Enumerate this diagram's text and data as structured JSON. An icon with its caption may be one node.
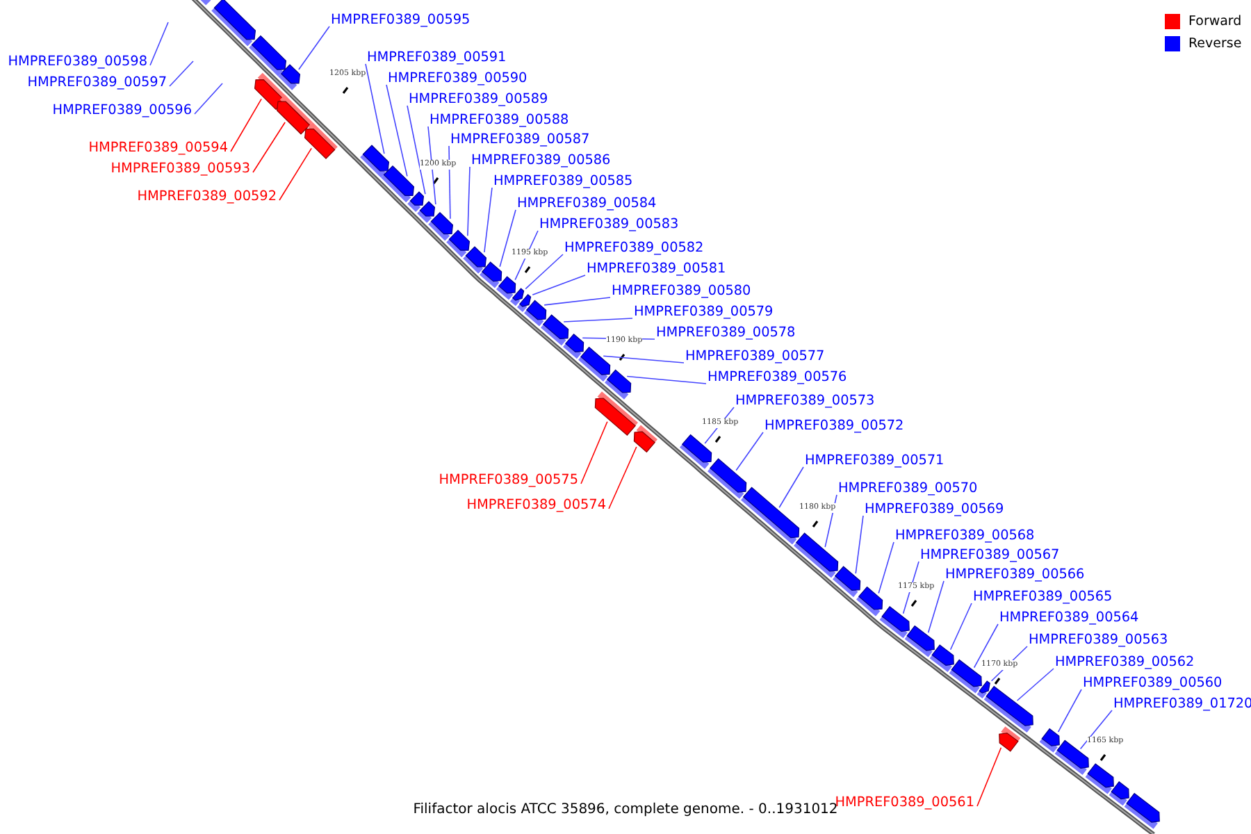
{
  "diagram": {
    "caption": "Filifactor alocis ATCC 35896, complete genome. - 0..1931012",
    "nodes": [
      {
        "text": [
          "HMPREF0389_00598"
        ]
      },
      {
        "text": [
          "HMPREF0389_00597"
        ]
      },
      {
        "text": [
          "HMPREF0389_00596"
        ]
      },
      {
        "text": [
          "HMPREF0389_00595"
        ]
      },
      {
        "text": [],
        "shape": "box"
      },
      {
        "text": [
          "HMPREF0389_00594"
        ]
      },
      {
        "text": [],
        "shape": "box"
      },
      {
        "text": [
          "HMPREF0389_00593"
        ]
      },
      {
        "text": [],
        "shape": "box"
      },
      {
        "text": [
          "HMPREF0389_00592"
        ]
      },
      {
        "text": [],
        "shape": "box"
      },
      {
        "text": [
          "HMPREF0389_00591"
        ]
      },
      {
        "text": [],
        "shape": "box"
      },
      {
        "text": [
          "HMPREF0389_00590"
        ]
      },
      {
        "text": [],
        "shape": "box"
      },
      {
        "text": [
          "HMPREF0389_00589"
        ]
      },
      {
        "text": [],
        "shape": "box"
      },
      {
        "text": [
          "HMPREF0389_00588"
        ]
      },
      {
        "text": [],
        "shape": "box"
      },
      {
        "text": [
          "HMPREF0389_00587"
        ]
      },
      {
        "text": [],
        "shape": "box"
      },
      {
        "text": [
          "HMPREF0389_00586"
        ]
      },
      {
        "text": [],
        "shape": "box"
      },
      {
        "text": [
          "HMPREF0389_00585"
        ]
      },
      {
        "text": [],
        "shape": "box"
      },
      {
        "text": [
          "HMPREF0389_00584"
        ]
      },
      {
        "text": [],
        "shape": "box"
      },
      {
        "text": [
          "HMPREF0389_00583"
        ]
      },
      {
        "text": [],
        "shape": "box"
      },
      {
        "text": [
          "HMPREF0389_00582"
        ]
      },
      {
        "text": [],
        "shape": "box"
      },
      {
        "text": [
          "HMPREF0389_00581"
        ]
      },
      {
        "text": [],
        "shape": "box"
      },
      {
        "text": [
          "HMPREF0389_00580"
        ]
      },
      {
        "text": [],
        "shape": "box"
      },
      {
        "text": [
          "HMPREF0389_00579"
        ]
      },
      {
        "text": [],
        "shape": "box"
      },
      {
        "text": [
          "HMPREF0389_00578"
        ]
      },
      {
        "text": [],
        "shape": "box"
      },
      {
        "text": [
          "HMPREF0389_00577"
        ]
      },
      {
        "text": [],
        "shape": "box"
      },
      {
        "text": [
          "HMPREF0389_00576"
        ]
      },
      {
        "text": [],
        "shape": "box"
      },
      {
        "text": [
          "HMPREF0389_00575"
        ]
      },
      {
        "text": [],
        "shape": "box"
      },
      {
        "text": [
          "HMPREF0389_00574"
        ]
      },
      {
        "text": [],
        "shape": "box"
      },
      {
        "text": [
          "HMPREF0389_00573"
        ]
      },
      {
        "text": [],
        "shape": "box"
      },
      {
        "text": [
          "HMPREF0389_00572"
        ]
      },
      {
        "text": [],
        "shape": "box"
      },
      {
        "text": [
          "HMPREF0389_00571"
        ]
      },
      {
        "text": [],
        "shape": "box"
      },
      {
        "text": [
          "HMPREF0389_00570"
        ]
      },
      {
        "text": [],
        "shape": "box"
      },
      {
        "text": [
          "HMPREF0389_00569"
        ]
      },
      {
        "text": [],
        "shape": "box"
      },
      {
        "text": [
          "HMPREF0389_00568"
        ]
      },
      {
        "text": [],
        "shape": "box"
      },
      {
        "text": [
          "HMPREF0389_00567"
        ]
      },
      {
        "text": [],
        "shape": "box"
      },
      {
        "text": [
          "HMPREF0389_00566"
        ]
      },
      {
        "text": [],
        "shape": "box"
      },
      {
        "text": [
          "HMPREF0389_00565"
        ]
      },
      {
        "text": [],
        "shape": "box"
      },
      {
        "text": [
          "HMPREF0389_00564"
        ]
      },
      {
        "text": [],
        "shape": "box"
      },
      {
        "text": [
          "HMPREF0389_00563"
        ]
      },
      {
        "text": [],
        "shape": "box"
      },
      {
        "text": [
          "HMPREF0389_00562"
        ]
      },
      {
        "text": [],
        "shape": "box"
      },
      {
        "text": [
          "HMPREF0389_00560"
        ]
      },
      {
        "text": [],
        "shape": "box"
      },
      {
        "text": [
          "HMPREF0389_01720"
        ]
      },
      {
        "text": [],
        "shape": "box"
      },
      {
        "text": [
          "HMPREF0389_00561"
        ]
      },
      {
        "text": [],
        "shape": "box"
      },
      {
        "text": [],
        "shape": "box"
      },
      {
        "text": [],
        "shape": "box"
      },
      {
        "text": [],
        "shape": "box"
      },
      {
        "text": [],
        "shape": "box"
      },
      {
        "text": [],
        "shape": "box"
      },
      {
        "text": [],
        "shape": "box"
      }
    ],
    "edges": [
      {
        "from": 0,
        "to": null,
        "arrow": "none"
      },
      {
        "from": 1,
        "to": null,
        "arrow": "none"
      },
      {
        "from": 2,
        "to": null,
        "arrow": "none"
      },
      {
        "from": 3,
        "to": 4,
        "arrow": "none"
      },
      {
        "from": 5,
        "to": 6,
        "arrow": "none",
        "color": "#ff0000"
      },
      {
        "from": 7,
        "to": 8,
        "arrow": "none",
        "color": "#ff0000"
      },
      {
        "from": 9,
        "to": 10,
        "arrow": "none",
        "color": "#ff0000"
      },
      {
        "from": 11,
        "to": 12,
        "arrow": "none"
      },
      {
        "from": 13,
        "to": 14,
        "arrow": "none"
      },
      {
        "from": 15,
        "to": 16,
        "arrow": "none"
      },
      {
        "from": 17,
        "to": 18,
        "arrow": "none"
      },
      {
        "from": 19,
        "to": 20,
        "arrow": "none"
      },
      {
        "from": 21,
        "to": 22,
        "arrow": "none"
      },
      {
        "from": 23,
        "to": 24,
        "arrow": "none"
      },
      {
        "from": 25,
        "to": 26,
        "arrow": "none"
      },
      {
        "from": 27,
        "to": 28,
        "arrow": "none"
      },
      {
        "from": 29,
        "to": 30,
        "arrow": "none"
      },
      {
        "from": 31,
        "to": 32,
        "arrow": "none"
      },
      {
        "from": 33,
        "to": 34,
        "arrow": "none"
      },
      {
        "from": 35,
        "to": 36,
        "arrow": "none"
      },
      {
        "from": 37,
        "to": 38,
        "arrow": "none"
      },
      {
        "from": 39,
        "to": 40,
        "arrow": "none"
      },
      {
        "from": 41,
        "to": 42,
        "arrow": "none"
      },
      {
        "from": 43,
        "to": 44,
        "arrow": "none",
        "color": "#ff0000"
      },
      {
        "from": 45,
        "to": 46,
        "arrow": "none",
        "color": "#ff0000"
      },
      {
        "from": 47,
        "to": 48,
        "arrow": "none"
      },
      {
        "from": 49,
        "to": 50,
        "arrow": "none"
      },
      {
        "from": 51,
        "to": 52,
        "arrow": "none"
      },
      {
        "from": 53,
        "to": 54,
        "arrow": "none"
      },
      {
        "from": 55,
        "to": 56,
        "arrow": "none"
      },
      {
        "from": 57,
        "to": 58,
        "arrow": "none"
      },
      {
        "from": 59,
        "to": 60,
        "arrow": "none"
      },
      {
        "from": 61,
        "to": 62,
        "arrow": "none"
      },
      {
        "from": 63,
        "to": 64,
        "arrow": "none"
      },
      {
        "from": 65,
        "to": 66,
        "arrow": "none"
      },
      {
        "from": 67,
        "to": 68,
        "arrow": "none"
      },
      {
        "from": 69,
        "to": 70,
        "arrow": "none"
      },
      {
        "from": 71,
        "to": 72,
        "arrow": "none"
      },
      {
        "from": 73,
        "to": 74,
        "arrow": "none"
      },
      {
        "from": 75,
        "to": 76,
        "arrow": "none",
        "color": "#ff0000"
      }
    ],
    "labels": [
      "1205 kbp",
      "1200 kbp",
      "1195 kbp",
      "1190 kbp",
      "1185 kbp",
      "1180 kbp",
      "1175 kbp",
      "1170 kbp",
      "1165 kbp"
    ],
    "legend": [
      {
        "text": "Forward",
        "color": "#ff0000"
      },
      {
        "text": "Reverse",
        "color": "#0000ff"
      }
    ]
  }
}
